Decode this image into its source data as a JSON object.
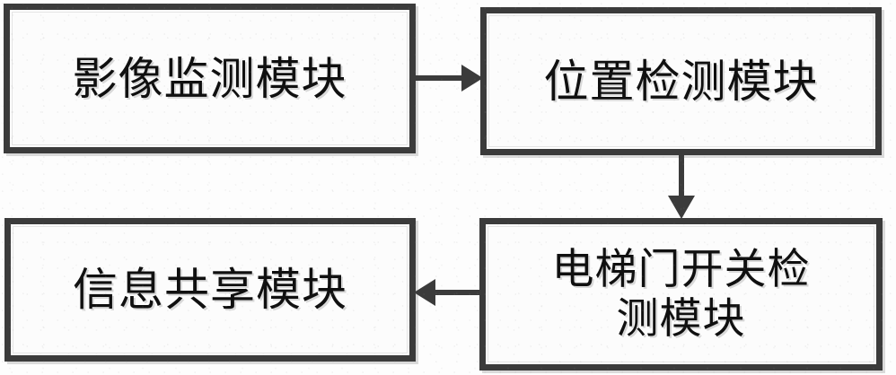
{
  "diagram": {
    "type": "flowchart",
    "orientation": "clockwise-loop",
    "background_color": "#fdfdfd",
    "border_color": "#3b3b3b",
    "text_color": "#101010",
    "nodes": [
      {
        "id": "image-monitor",
        "label": "影像监测模块",
        "position": "top-left"
      },
      {
        "id": "position-detect",
        "label": "位置检测模块",
        "position": "top-right"
      },
      {
        "id": "door-switch",
        "label": "电梯门开关检\n测模块",
        "position": "bottom-right"
      },
      {
        "id": "info-share",
        "label": "信息共享模块",
        "position": "bottom-left"
      }
    ],
    "connectors": [
      {
        "id": "image-to-position",
        "from": "image-monitor",
        "to": "position-detect",
        "direction": "right",
        "arrowhead": "arrow-right-icon",
        "label": ""
      },
      {
        "id": "position-to-door",
        "from": "position-detect",
        "to": "door-switch",
        "direction": "down",
        "arrowhead": "arrow-down-icon",
        "label": ""
      },
      {
        "id": "door-to-info",
        "from": "door-switch",
        "to": "info-share",
        "direction": "left",
        "arrowhead": "arrow-left-icon",
        "label": ""
      }
    ]
  }
}
